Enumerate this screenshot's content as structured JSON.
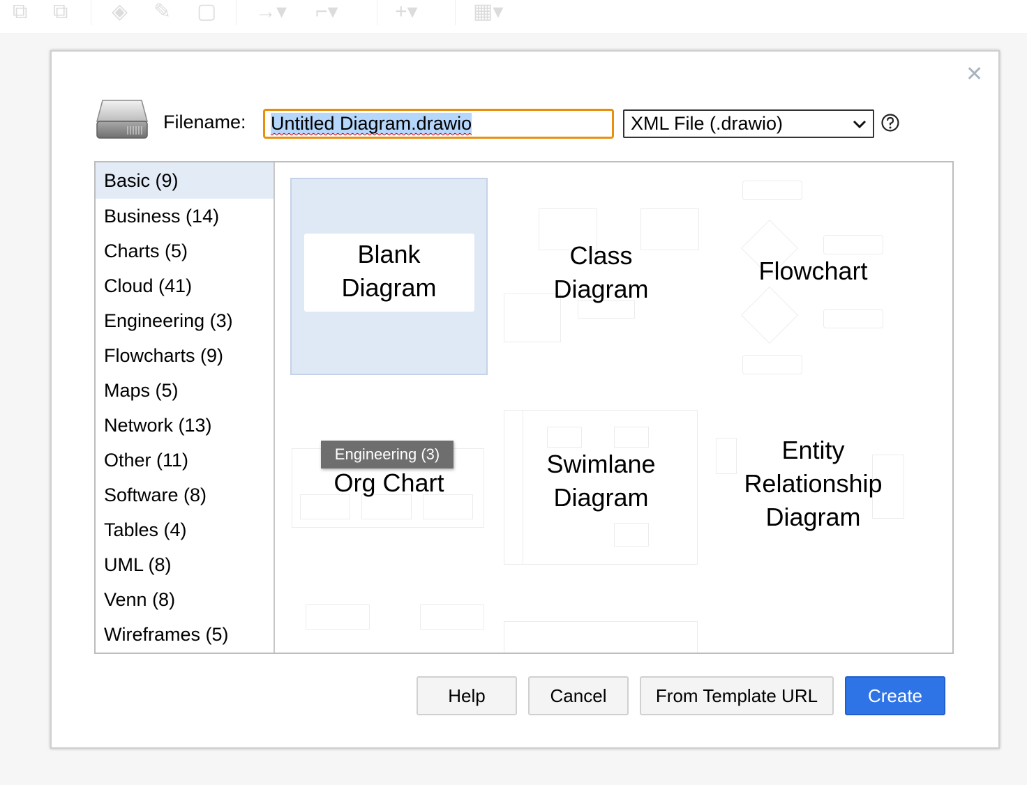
{
  "dialog": {
    "filename_label": "Filename:",
    "filename_value": "Untitled Diagram.drawio",
    "format_select": "XML File (.drawio)",
    "close_icon": "close-icon",
    "help_icon": "question-circle-icon"
  },
  "categories": [
    {
      "label": "Basic (9)",
      "selected": true
    },
    {
      "label": "Business (14)"
    },
    {
      "label": "Charts (5)"
    },
    {
      "label": "Cloud (41)"
    },
    {
      "label": "Engineering (3)"
    },
    {
      "label": "Flowcharts (9)"
    },
    {
      "label": "Maps (5)"
    },
    {
      "label": "Network (13)"
    },
    {
      "label": "Other (11)"
    },
    {
      "label": "Software (8)"
    },
    {
      "label": "Tables (4)"
    },
    {
      "label": "UML (8)"
    },
    {
      "label": "Venn (8)"
    },
    {
      "label": "Wireframes (5)"
    }
  ],
  "templates": {
    "blank": [
      "Blank",
      "Diagram"
    ],
    "class": [
      "Class",
      "Diagram"
    ],
    "flowchart": [
      "Flowchart"
    ],
    "org": [
      "Org Chart"
    ],
    "swimlane": [
      "Swimlane",
      "Diagram"
    ],
    "erd": [
      "Entity",
      "Relationship",
      "Diagram"
    ]
  },
  "tooltip": "Engineering (3)",
  "buttons": {
    "help": "Help",
    "cancel": "Cancel",
    "template_url": "From Template URL",
    "create": "Create"
  },
  "colors": {
    "accent": "#2e74e6",
    "focus_border": "#e8900d",
    "selection": "#e3ebf7"
  }
}
